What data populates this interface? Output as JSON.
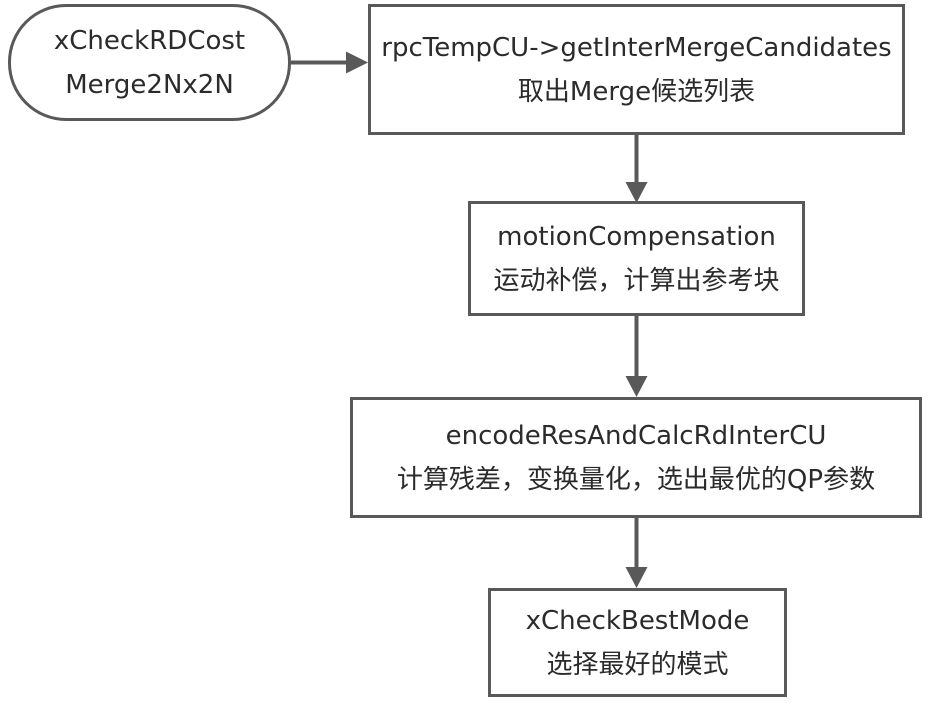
{
  "diagram": {
    "type": "flowchart",
    "background_color": "#ffffff",
    "stroke_color": "#595959",
    "text_color": "#2b2b2b",
    "nodes": [
      {
        "id": "start",
        "shape": "stadium",
        "lines": [
          "xCheckRDCost",
          "Merge2Nx2N"
        ]
      },
      {
        "id": "get-merge-candidates",
        "shape": "rectangle",
        "lines": [
          "rpcTempCU->getInterMergeCandidates",
          "取出Merge候选列表"
        ]
      },
      {
        "id": "motion-compensation",
        "shape": "rectangle",
        "lines": [
          "motionCompensation",
          "运动补偿，计算出参考块"
        ]
      },
      {
        "id": "encode-res-calc-rd",
        "shape": "rectangle",
        "lines": [
          "encodeResAndCalcRdInterCU",
          "计算残差，变换量化，选出最优的QP参数"
        ]
      },
      {
        "id": "check-best-mode",
        "shape": "rectangle",
        "lines": [
          "xCheckBestMode",
          "选择最好的模式"
        ]
      }
    ],
    "edges": [
      {
        "from": "start",
        "to": "get-merge-candidates",
        "direction": "right",
        "style": "solid-arrow"
      },
      {
        "from": "get-merge-candidates",
        "to": "motion-compensation",
        "direction": "down",
        "style": "solid-arrow"
      },
      {
        "from": "motion-compensation",
        "to": "encode-res-calc-rd",
        "direction": "down",
        "style": "solid-arrow"
      },
      {
        "from": "encode-res-calc-rd",
        "to": "check-best-mode",
        "direction": "down",
        "style": "solid-arrow"
      }
    ]
  }
}
